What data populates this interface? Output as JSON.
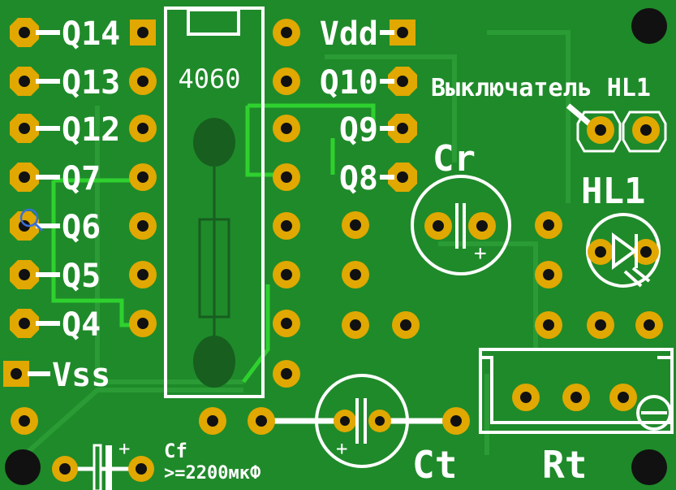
{
  "colors": {
    "board": "#1f8a2a",
    "trace": "#2fd12f",
    "pad": "#e0a800",
    "silk": "#ffffff",
    "hole": "#111111"
  },
  "left_labels": [
    "Q14",
    "Q13",
    "Q12",
    "Q7",
    "Q6",
    "Q5",
    "Q4",
    "Vss"
  ],
  "right_labels": [
    "Vdd",
    "Q10",
    "Q9",
    "Q8"
  ],
  "chip": {
    "name": "4060"
  },
  "components": {
    "switch": "Выключатель HL1",
    "cr": "Cr",
    "hl1": "HL1",
    "ct": "Ct",
    "rt": "Rt",
    "cf": "Cf",
    "cf_value": ">=2200мкФ"
  },
  "icons": [
    "magnifier-icon",
    "led-icon",
    "mounting-hole-icon"
  ]
}
